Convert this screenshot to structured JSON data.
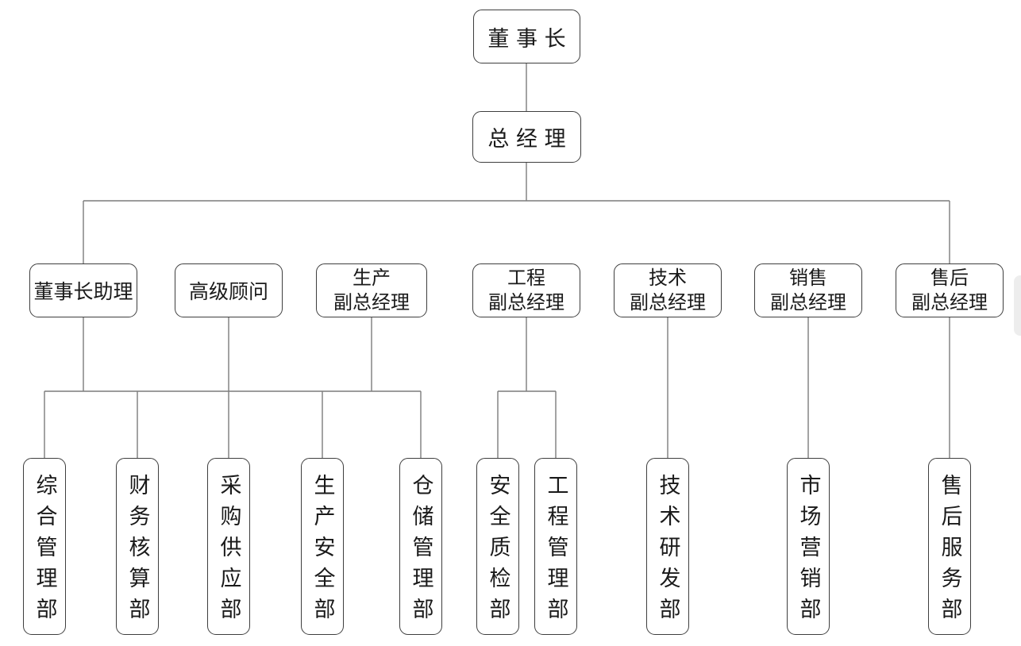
{
  "diagram": {
    "type": "org-chart",
    "root": {
      "label": "董事长"
    },
    "level2": {
      "label": "总经理"
    },
    "level3": [
      {
        "lines": [
          "董事长助理"
        ]
      },
      {
        "lines": [
          "高级顾问"
        ]
      },
      {
        "lines": [
          "生产",
          "副总经理"
        ]
      },
      {
        "lines": [
          "工程",
          "副总经理"
        ]
      },
      {
        "lines": [
          "技术",
          "副总经理"
        ]
      },
      {
        "lines": [
          "销售",
          "副总经理"
        ]
      },
      {
        "lines": [
          "售后",
          "副总经理"
        ]
      }
    ],
    "level4": [
      {
        "label": "综合管理部"
      },
      {
        "label": "财务核算部"
      },
      {
        "label": "采购供应部"
      },
      {
        "label": "生产安全部"
      },
      {
        "label": "仓储管理部"
      },
      {
        "label": "安全质检部"
      },
      {
        "label": "工程管理部"
      },
      {
        "label": "技术研发部"
      },
      {
        "label": "市场营销部"
      },
      {
        "label": "售后服务部"
      }
    ],
    "relationships": [
      "董事长 → 总经理",
      "总经理 → 董事长助理, 高级顾问, 生产副总经理, 工程副总经理, 技术副总经理, 销售副总经理, 售后副总经理",
      "董事长助理 / 高级顾问 / 生产副总经理 → 综合管理部, 财务核算部, 采购供应部, 生产安全部, 仓储管理部",
      "工程副总经理 → 安全质检部, 工程管理部",
      "技术副总经理 → 技术研发部",
      "销售副总经理 → 市场营销部",
      "售后副总经理 → 售后服务部"
    ],
    "colors": {
      "line": "#7c7c7c",
      "box_border": "#3e3e3e",
      "text": "#1a1a1a",
      "background": "#ffffff",
      "edge_fragment": "#ededed"
    }
  }
}
